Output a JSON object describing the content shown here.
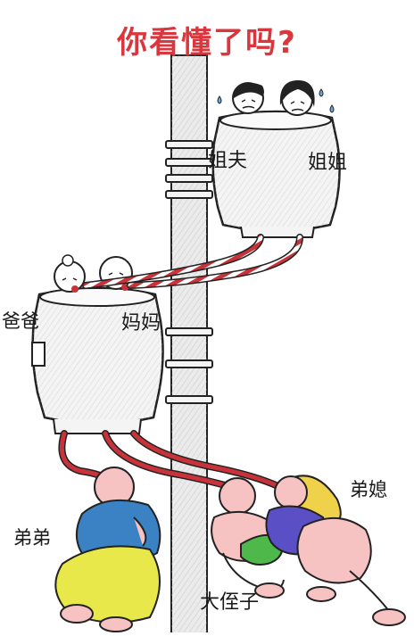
{
  "title": "你看懂了吗?",
  "labels": {
    "jiefu": "姐夫",
    "jiejie": "姐姐",
    "baba": "爸爸",
    "mama": "妈妈",
    "dixi": "弟媳",
    "didi": "弟弟",
    "dazhizi": "大侄子"
  },
  "colors": {
    "title": "#d9363e",
    "tube_red": "#c8323a",
    "tank": "#f2f2f2",
    "pole": "#e4e4e4",
    "shirt_blue": "#3b82c4",
    "pants_yellow": "#e8e84a",
    "pants_green": "#4fb84a",
    "shirt_purple": "#5a4fc4",
    "hair_blonde": "#f0d24a"
  }
}
